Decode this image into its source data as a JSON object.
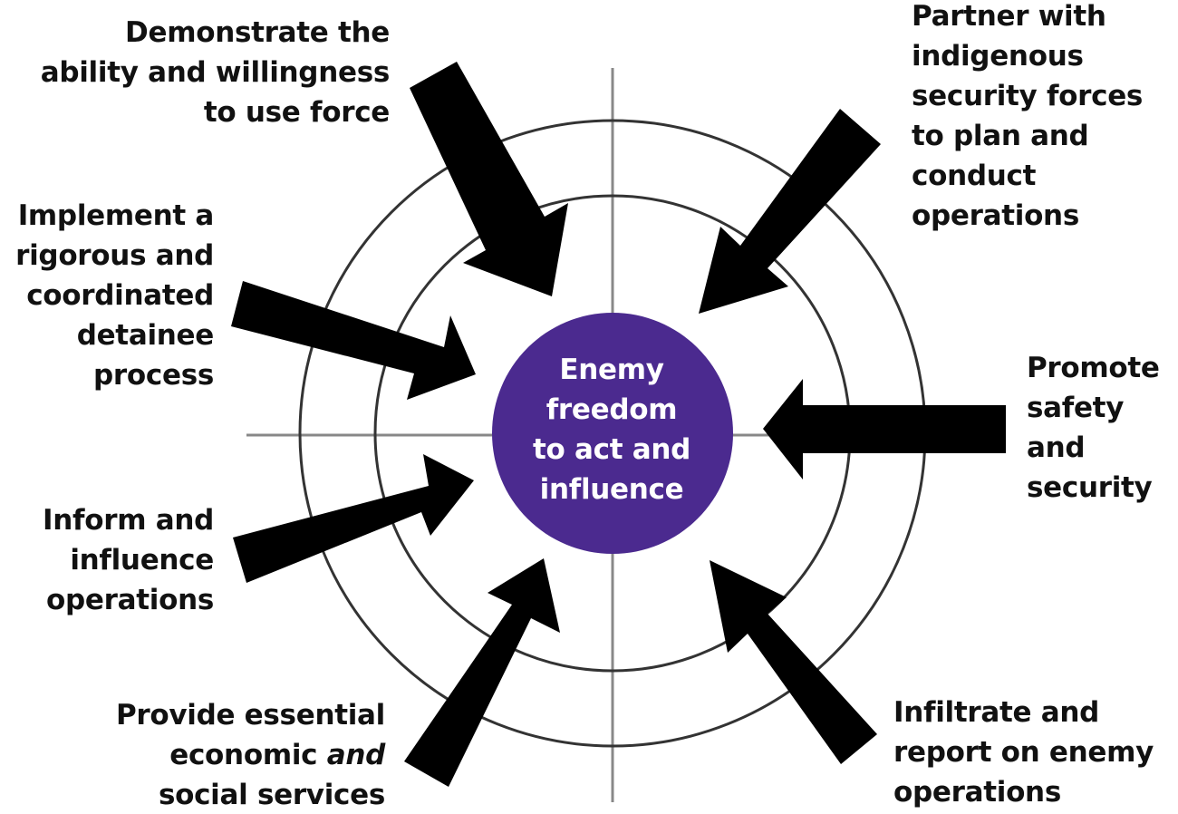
{
  "center": {
    "lines": [
      "Enemy",
      "freedom",
      "to act and",
      "influence"
    ],
    "fill": "#4b2a8f"
  },
  "labels": {
    "demonstrate": [
      "Demonstrate the",
      "ability and willingness",
      "to use force"
    ],
    "partner": [
      "Partner with",
      "indigenous",
      "security forces",
      "to plan and",
      "conduct",
      "operations"
    ],
    "implement": [
      "Implement a",
      "rigorous and",
      "coordinated",
      "detainee",
      "process"
    ],
    "promote": [
      "Promote",
      "safety",
      "and",
      "security"
    ],
    "inform": [
      "Inform and",
      "influence",
      "operations"
    ],
    "provide": {
      "line1": "Provide essential",
      "line2_pre": "economic ",
      "line2_italic": "and",
      "line3": "social services"
    },
    "infiltrate": [
      "Infiltrate and",
      "report on enemy",
      "operations"
    ]
  },
  "colors": {
    "arrow": "#000000",
    "ring": "#333333",
    "axis": "#888888",
    "text": "#111111"
  }
}
